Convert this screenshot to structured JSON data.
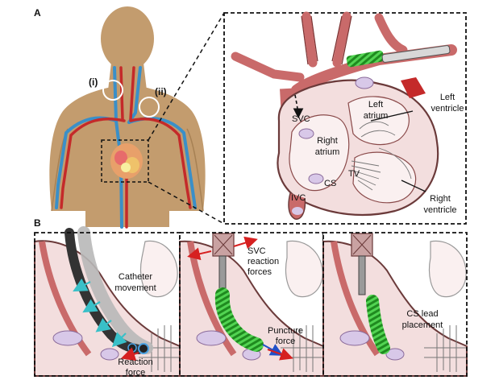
{
  "panels": {
    "a": {
      "letter": "A",
      "insets": [
        "(i)",
        "(ii)"
      ],
      "labels": {
        "svc": "SVC",
        "left_atrium": [
          "Left",
          "atrium"
        ],
        "left_ventricle": [
          "Left",
          "ventricle"
        ],
        "right_atrium": [
          "Right",
          "atrium"
        ],
        "cs": "CS",
        "tv": "TV",
        "ivc": "IVC",
        "right_ventricle": [
          "Right",
          "ventricle"
        ]
      }
    },
    "b": {
      "letter": "B",
      "sub1": {
        "catheter_movement": [
          "Catheter",
          "movement"
        ],
        "reaction_force": [
          "Reaction",
          "force"
        ]
      },
      "sub2": {
        "svc_reaction_forces": [
          "SVC",
          "reaction",
          "forces"
        ],
        "puncture_force": [
          "Puncture",
          "force"
        ]
      },
      "sub3": {
        "cs_lead_placement": [
          "CS lead",
          "placement"
        ]
      }
    }
  },
  "colors": {
    "skin": "#c39c6e",
    "vein": "#3a8fc8",
    "artery": "#c42a2a",
    "heart_wall": "#f3dede",
    "heart_outline": "#6b3a3a",
    "lead_green": "#2aa52a",
    "arrow_cyan": "#39c0c8",
    "arrow_red": "#d62020"
  }
}
